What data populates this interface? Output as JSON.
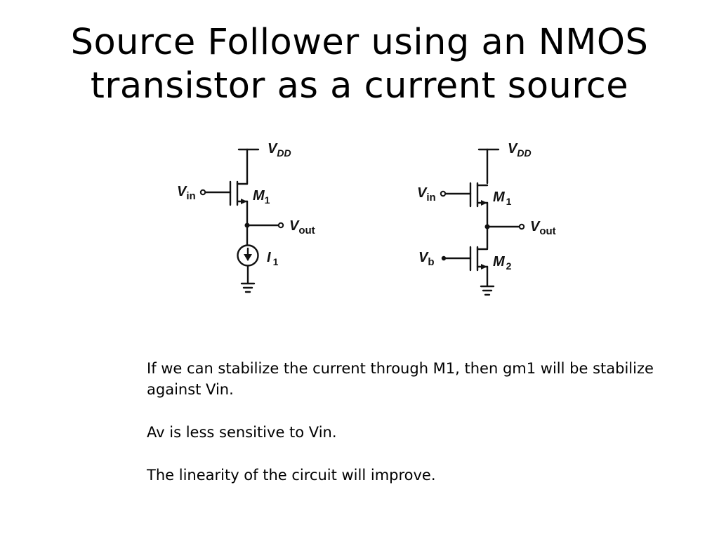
{
  "slide": {
    "title_line1": "Source Follower using an NMOS",
    "title_line2": "transistor as a current source"
  },
  "circuit_left": {
    "supply": "V",
    "supply_sub": "DD",
    "input": "V",
    "input_sub": "in",
    "transistor": "M",
    "transistor_sub": "1",
    "output": "V",
    "output_sub": "out",
    "source": "I",
    "source_sub": "1"
  },
  "circuit_right": {
    "supply": "V",
    "supply_sub": "DD",
    "input": "V",
    "input_sub": "in",
    "transistor_top": "M",
    "transistor_top_sub": "1",
    "output": "V",
    "output_sub": "out",
    "bias": "V",
    "bias_sub": "b",
    "transistor_bottom": "M",
    "transistor_bottom_sub": "2"
  },
  "body": {
    "point1": "If we can stabilize the current through M1, then gm1 will be stabilize against Vin.",
    "point2": "Av is less sensitive to Vin.",
    "point3": "The linearity of the circuit will improve."
  }
}
